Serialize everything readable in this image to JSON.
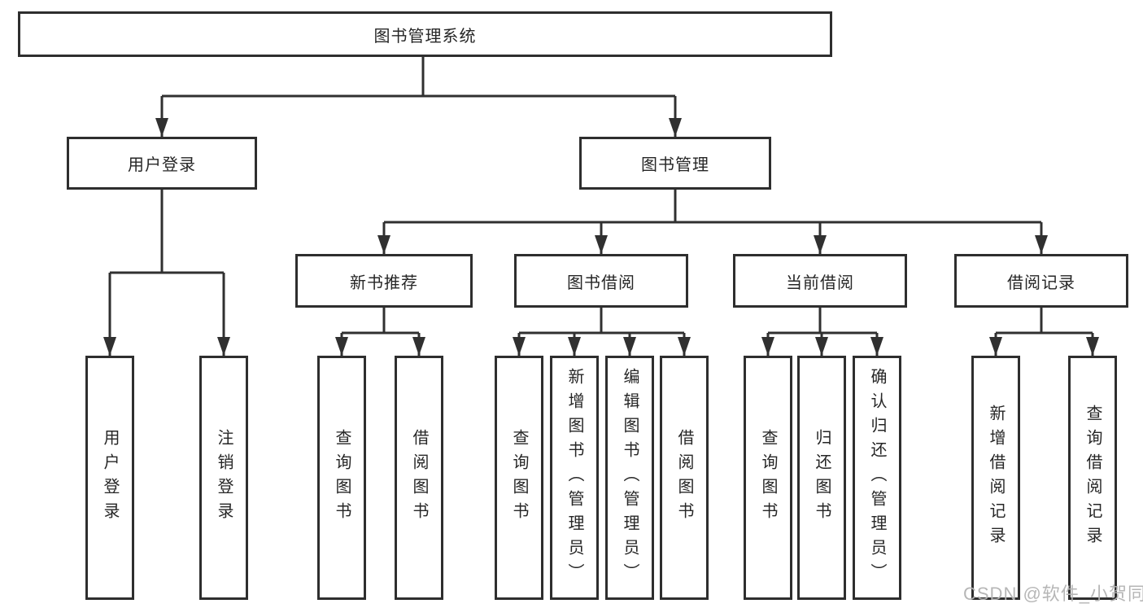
{
  "tree": {
    "label": "图书管理系统",
    "children": [
      {
        "label": "用户登录",
        "children": [
          {
            "label": "用户登录"
          },
          {
            "label": "注销登录"
          }
        ]
      },
      {
        "label": "图书管理",
        "children": [
          {
            "label": "新书推荐",
            "children": [
              {
                "label": "查询图书"
              },
              {
                "label": "借阅图书"
              }
            ]
          },
          {
            "label": "图书借阅",
            "children": [
              {
                "label": "查询图书"
              },
              {
                "label": "新增图书（管理员）"
              },
              {
                "label": "编辑图书（管理员）"
              },
              {
                "label": "借阅图书"
              }
            ]
          },
          {
            "label": "当前借阅",
            "children": [
              {
                "label": "查询图书"
              },
              {
                "label": "归还图书"
              },
              {
                "label": "确认归还（管理员）"
              }
            ]
          },
          {
            "label": "借阅记录",
            "children": [
              {
                "label": "新增借阅记录"
              },
              {
                "label": "查询借阅记录"
              }
            ]
          }
        ]
      }
    ]
  },
  "watermark": {
    "text": "CSDN @软件_小贺同学"
  },
  "colors": {
    "line": "#303030",
    "border": "#2e2e2e",
    "text": "#262626",
    "background": "#ffffff",
    "watermark": "#b3b3b3"
  }
}
